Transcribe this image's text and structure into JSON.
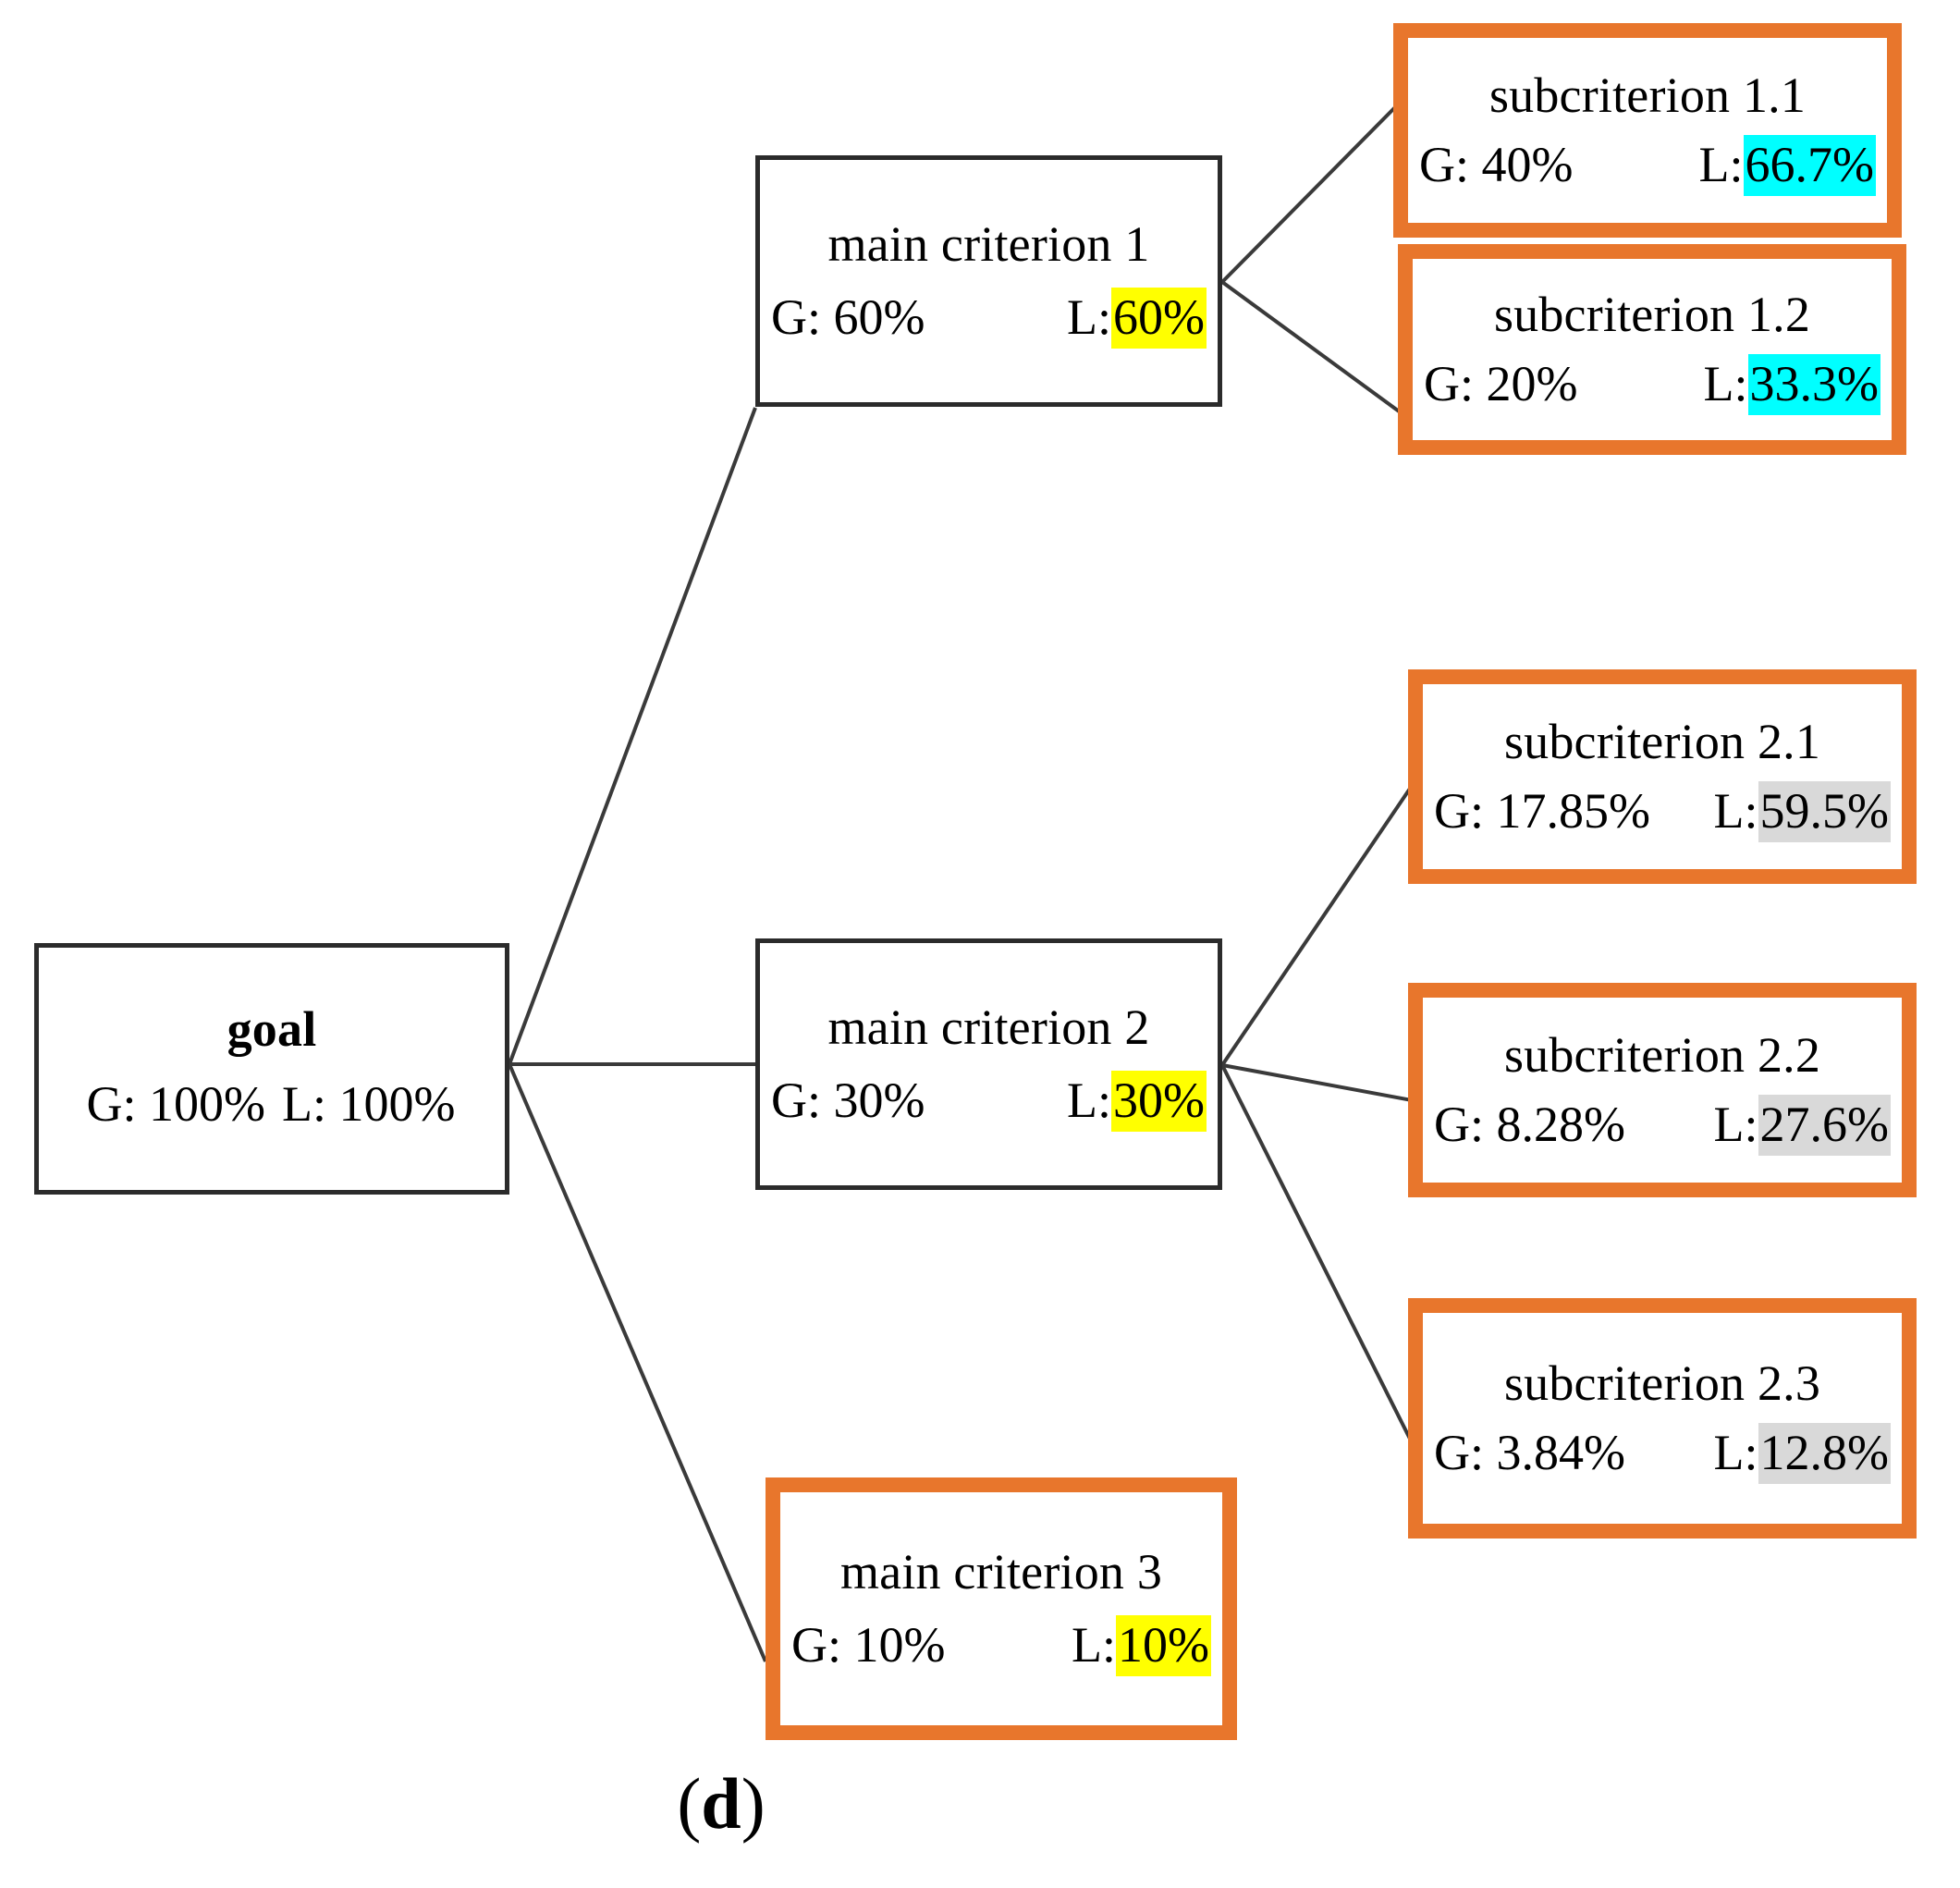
{
  "diagram": {
    "caption_prefix": "(",
    "caption_letter": "d",
    "caption_suffix": ")",
    "colors": {
      "accent_border": "#E8762C",
      "plain_border": "#2B2B2B",
      "highlight_yellow": "#FFFF00",
      "highlight_cyan": "#00FFFF",
      "highlight_grey": "#D9D9D9",
      "edge_line": "#3A3A3A",
      "background": "#FFFFFF"
    },
    "nodes": {
      "goal": {
        "title": "goal",
        "global_label": "G: 100%",
        "local_label": "L: 100%",
        "global_value": "100%",
        "local_value": "100%",
        "highlight": "none",
        "border_style": "plain"
      },
      "main_criterion_1": {
        "title": "main criterion 1",
        "global_label": "G: 60%",
        "local_prefix": "L:",
        "local_value": "60%",
        "global_value": "60%",
        "highlight": "yellow",
        "border_style": "plain"
      },
      "main_criterion_2": {
        "title": "main criterion 2",
        "global_label": "G: 30%",
        "local_prefix": "L:",
        "local_value": "30%",
        "global_value": "30%",
        "highlight": "yellow",
        "border_style": "plain"
      },
      "main_criterion_3": {
        "title": "main criterion 3",
        "global_label": "G: 10%",
        "local_prefix": "L:",
        "local_value": "10%",
        "global_value": "10%",
        "highlight": "yellow",
        "border_style": "accent"
      },
      "subcriterion_1_1": {
        "title": "subcriterion 1.1",
        "global_label": "G: 40%",
        "local_prefix": "L:",
        "local_value": "66.7%",
        "global_value": "40%",
        "highlight": "cyan",
        "border_style": "accent"
      },
      "subcriterion_1_2": {
        "title": "subcriterion 1.2",
        "global_label": "G: 20%",
        "local_prefix": "L:",
        "local_value": "33.3%",
        "global_value": "20%",
        "highlight": "cyan",
        "border_style": "accent"
      },
      "subcriterion_2_1": {
        "title": "subcriterion 2.1",
        "global_label": "G: 17.85%",
        "local_prefix": "L:",
        "local_value": "59.5%",
        "global_value": "17.85%",
        "highlight": "grey",
        "border_style": "accent"
      },
      "subcriterion_2_2": {
        "title": "subcriterion 2.2",
        "global_label": "G: 8.28%",
        "local_prefix": "L:",
        "local_value": "27.6%",
        "global_value": "8.28%",
        "highlight": "grey",
        "border_style": "accent"
      },
      "subcriterion_2_3": {
        "title": "subcriterion 2.3",
        "global_label": "G: 3.84%",
        "local_prefix": "L:",
        "local_value": "12.8%",
        "global_value": "3.84%",
        "highlight": "grey",
        "border_style": "accent"
      }
    },
    "edges": [
      {
        "from": "goal",
        "to": "main_criterion_1"
      },
      {
        "from": "goal",
        "to": "main_criterion_2"
      },
      {
        "from": "goal",
        "to": "main_criterion_3"
      },
      {
        "from": "main_criterion_1",
        "to": "subcriterion_1_1"
      },
      {
        "from": "main_criterion_1",
        "to": "subcriterion_1_2"
      },
      {
        "from": "main_criterion_2",
        "to": "subcriterion_2_1"
      },
      {
        "from": "main_criterion_2",
        "to": "subcriterion_2_2"
      },
      {
        "from": "main_criterion_2",
        "to": "subcriterion_2_3"
      }
    ]
  }
}
